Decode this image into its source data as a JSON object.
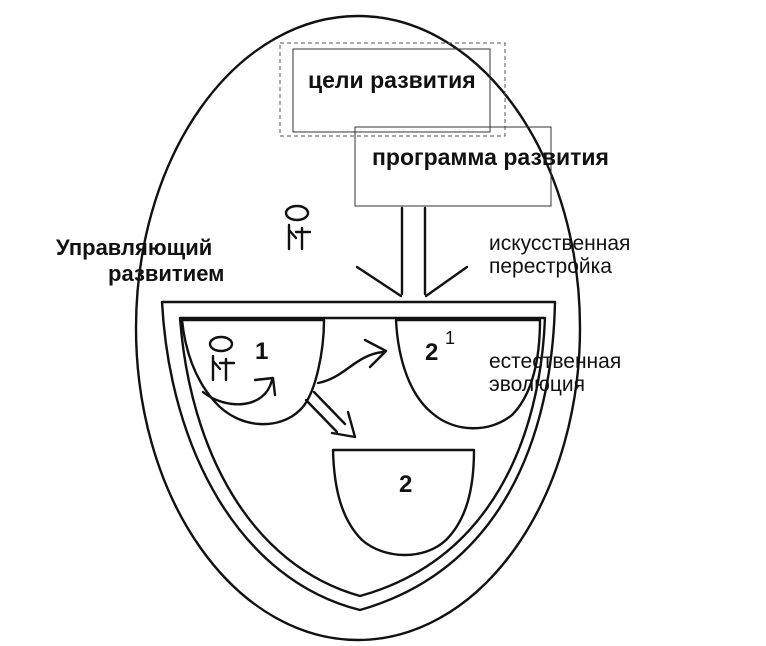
{
  "labels": {
    "goals": "цели развития",
    "program": "программа развития",
    "manager_line1": "Управляющий",
    "manager_line2": "развитием",
    "artificial_line1": "искусственная",
    "artificial_line2": "перестройка",
    "natural_line1": "естественная",
    "natural_line2": "эволюция",
    "state_1": "1",
    "state_2_prime": "2",
    "state_2_prime_sup": "1",
    "state_2": "2"
  },
  "colors": {
    "ink": "#111111",
    "box_border": "#333333",
    "background": "#ffffff"
  },
  "icons": [
    "actor-head-icon",
    "actor-body-icon"
  ]
}
